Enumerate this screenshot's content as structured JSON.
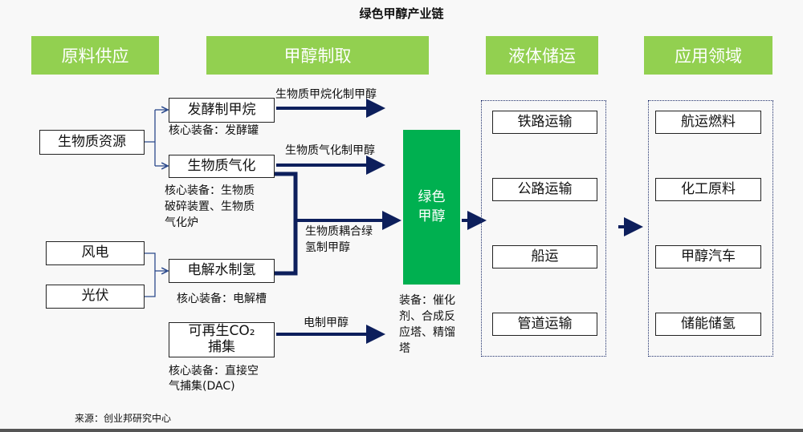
{
  "title": "绿色甲醇产业链",
  "headers": [
    "原料供应",
    "甲醇制取",
    "液体储运",
    "应用领域"
  ],
  "raw": {
    "biomass": "生物质资源",
    "wind": "风电",
    "solar": "光伏"
  },
  "process": {
    "ferment": {
      "name": "发酵制甲烷",
      "equip": "核心装备：发酵罐",
      "route": "生物质甲烷化制甲醇"
    },
    "gasify": {
      "name": "生物质气化",
      "equip": [
        "核心装备：生物质",
        "破碎装置、生物质",
        "气化炉"
      ],
      "route": "生物质气化制甲醇"
    },
    "coupling": {
      "route": [
        "生物质耦合绿",
        "氢制甲醇"
      ]
    },
    "electrolysis": {
      "name": "电解水制氢",
      "equip": "核心装备：电解槽"
    },
    "co2": {
      "name_line1": "可再生CO₂",
      "name_line2": "捕集",
      "equip": [
        "核心装备：直接空",
        "气捕集(DAC)"
      ],
      "route": "电制甲醇"
    }
  },
  "product": {
    "name_line1": "绿色",
    "name_line2": "甲醇",
    "equip": [
      "装备：催化",
      "剂、合成反",
      "应塔、精馏",
      "塔"
    ]
  },
  "transport": [
    "铁路运输",
    "公路运输",
    "船运",
    "管道运输"
  ],
  "applications": [
    "航运燃料",
    "化工原料",
    "甲醇汽车",
    "储能储氢"
  ],
  "source": "来源：创业邦研究中心",
  "colors": {
    "header": "#92d050",
    "product": "#00b050",
    "arrow": "#0d1f5c"
  }
}
